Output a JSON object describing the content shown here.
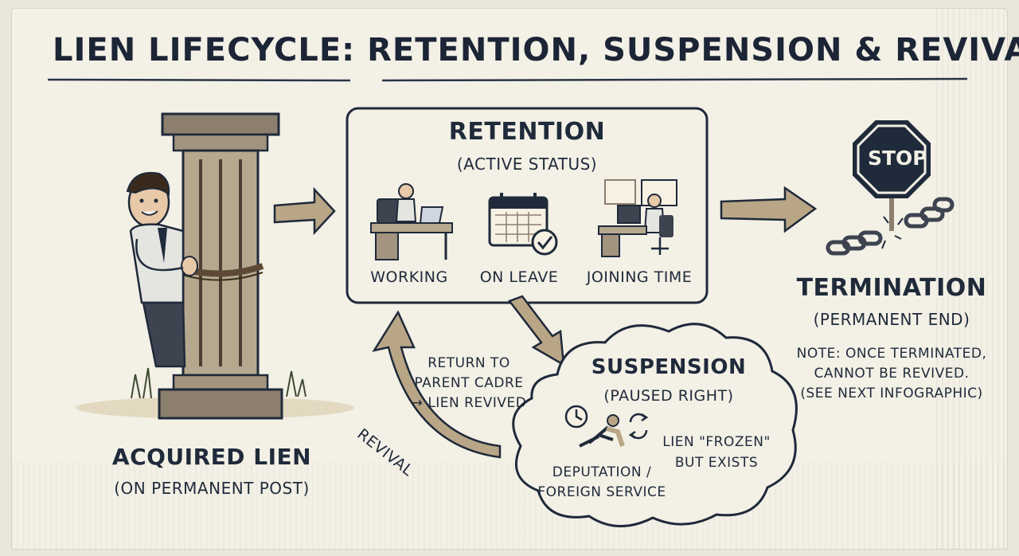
{
  "title": "LIEN LIFECYCLE: RETENTION, SUSPENSION & REVIVAL",
  "acquired": {
    "heading": "ACQUIRED LIEN",
    "sub": "(ON PERMANENT POST)"
  },
  "retention": {
    "heading": "RETENTION",
    "sub": "(ACTIVE STATUS)",
    "items": [
      "WORKING",
      "ON LEAVE",
      "JOINING TIME"
    ]
  },
  "termination": {
    "heading": "TERMINATION",
    "sub": "(PERMANENT END)",
    "note": [
      "NOTE: ONCE TERMINATED,",
      "CANNOT BE REVIVED.",
      "(SEE NEXT INFOGRAPHIC)"
    ],
    "sign": "STOP"
  },
  "suspension": {
    "heading": "SUSPENSION",
    "sub": "(PAUSED RIGHT)",
    "left_note": [
      "DEPUTATION /",
      "FOREIGN SERVICE"
    ],
    "right_note": [
      "LIEN \"FROZEN\"",
      "BUT EXISTS"
    ]
  },
  "revival": {
    "label": "REVIVAL",
    "note": [
      "RETURN TO",
      "PARENT CADRE",
      "→ LIEN REVIVED"
    ]
  }
}
